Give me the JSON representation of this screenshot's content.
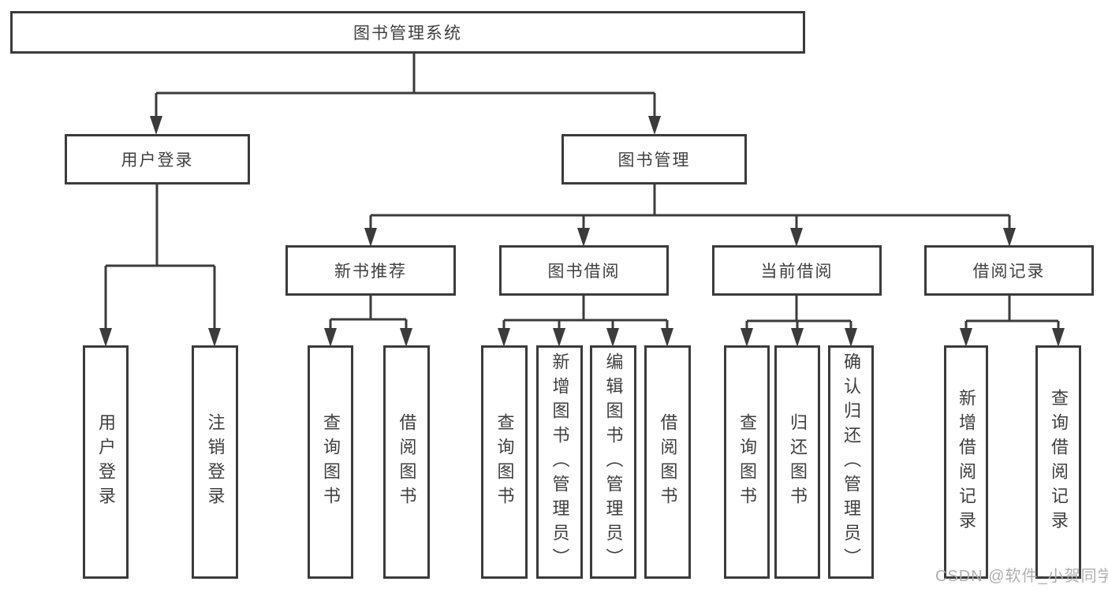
{
  "diagram_type": "hierarchy-chart",
  "tree": {
    "root": "图书管理系统",
    "children": [
      {
        "label": "用户登录",
        "children": [
          "用户登录",
          "注销登录"
        ]
      },
      {
        "label": "图书管理",
        "children": [
          {
            "label": "新书推荐",
            "children": [
              "查询图书",
              "借阅图书"
            ]
          },
          {
            "label": "图书借阅",
            "children": [
              "查询图书",
              "新增图书（管理员）",
              "编辑图书（管理员）",
              "借阅图书"
            ]
          },
          {
            "label": "当前借阅",
            "children": [
              "查询图书",
              "归还图书",
              "确认归还（管理员）"
            ]
          },
          {
            "label": "借阅记录",
            "children": [
              "新增借阅记录",
              "查询借阅记录"
            ]
          }
        ]
      }
    ]
  },
  "watermark": "CSDN @软件_小贺同学",
  "colors": {
    "line": "#3b3b3b",
    "box_border": "#3b3b3b",
    "text": "#3f3f3f",
    "watermark": "#acacac",
    "background": "#ffffff"
  }
}
